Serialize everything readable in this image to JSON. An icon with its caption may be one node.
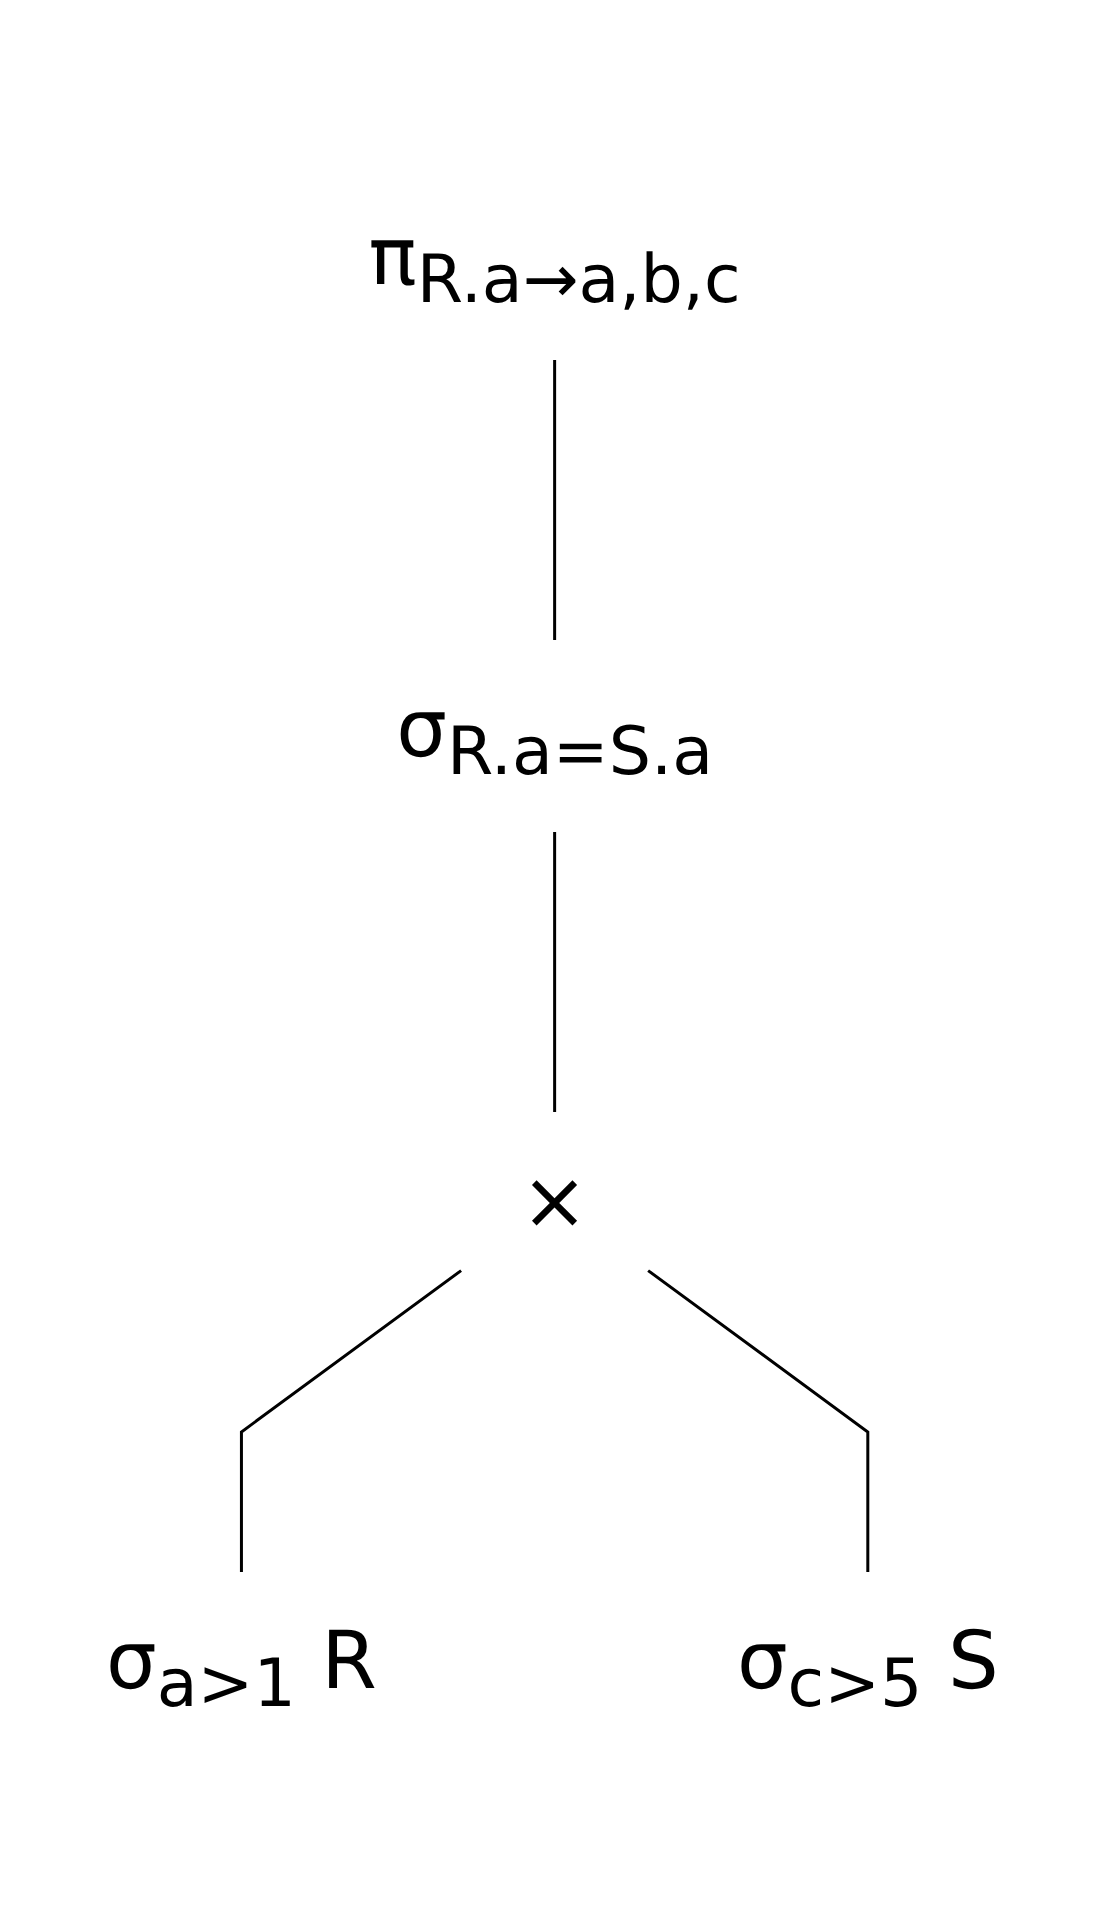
{
  "diagram": {
    "nodes": [
      {
        "text": [
          "π$_{R.a→a,b,c}$"
        ]
      },
      {
        "text": [
          "σ$_{R.a=S.a}$"
        ]
      },
      {
        "text": [
          "×"
        ]
      },
      {
        "text": [
          "σ$_{a>1}$ R"
        ]
      },
      {
        "text": [
          "σ$_{c>5}$ S"
        ]
      }
    ],
    "edges": [
      {
        "from": 0,
        "to": 1,
        "arrow": "none"
      },
      {
        "from": 1,
        "to": 2,
        "arrow": "none"
      },
      {
        "from": 2,
        "to": 3,
        "arrow": "none"
      },
      {
        "from": 2,
        "to": 4,
        "arrow": "none"
      }
    ]
  }
}
